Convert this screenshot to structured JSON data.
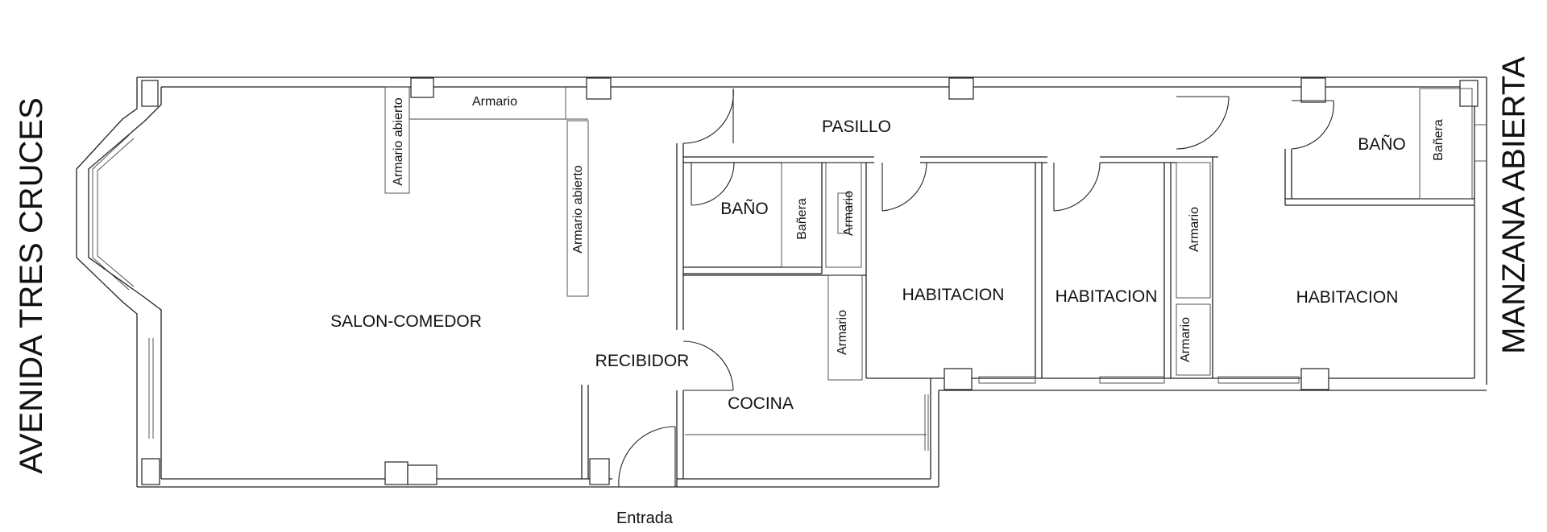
{
  "streets": {
    "left": "AVENIDA TRES CRUCES",
    "right": "MANZANA ABIERTA"
  },
  "entrance": "Entrada",
  "rooms": {
    "salon": "SALON-COMEDOR",
    "recibidor": "RECIBIDOR",
    "cocina": "COCINA",
    "pasillo": "PASILLO",
    "bano_1": "BAÑO",
    "bano_2": "BAÑO",
    "habitacion_1": "HABITACION",
    "habitacion_2": "HABITACION",
    "habitacion_3": "HABITACION"
  },
  "fixtures": {
    "armario_salon": "Armario",
    "armario_abierto_1": "Armario abierto",
    "armario_abierto_2": "Armario abierto",
    "banera_1": "Bañera",
    "banera_2": "Bañera",
    "armario_bano": "Armario",
    "armario_cocina": "Armario",
    "armario_hab2_top": "Armario",
    "armario_hab2_bottom": "Armario"
  }
}
